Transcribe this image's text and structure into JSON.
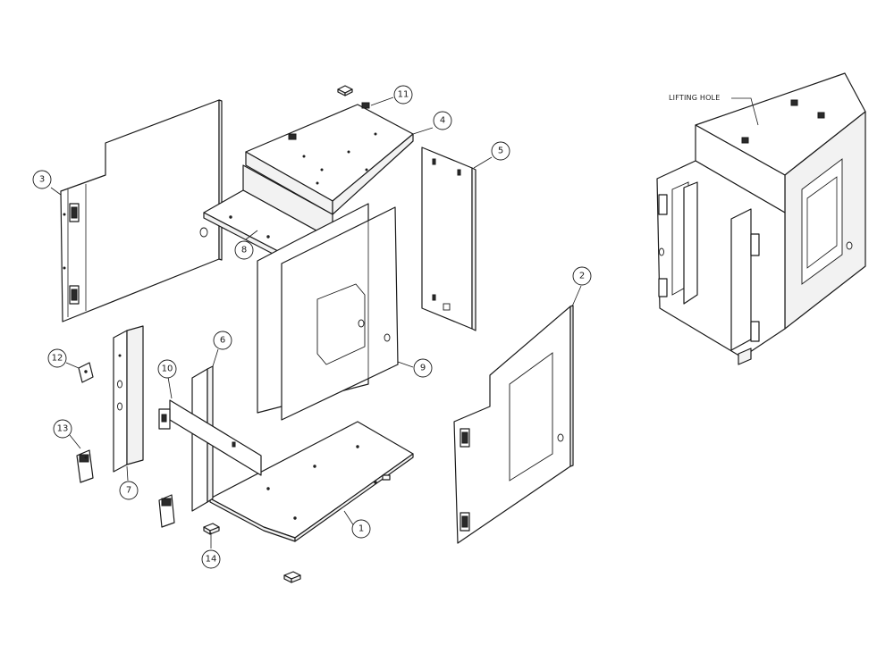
{
  "callouts": {
    "c1": "1",
    "c2": "2",
    "c3": "3",
    "c4": "4",
    "c5": "5",
    "c6": "6",
    "c7": "7",
    "c8": "8",
    "c9": "9",
    "c10": "10",
    "c11": "11",
    "c12": "12",
    "c13": "13",
    "c14": "14"
  },
  "notes": {
    "lifting_hole": "LIFTING HOLE"
  }
}
